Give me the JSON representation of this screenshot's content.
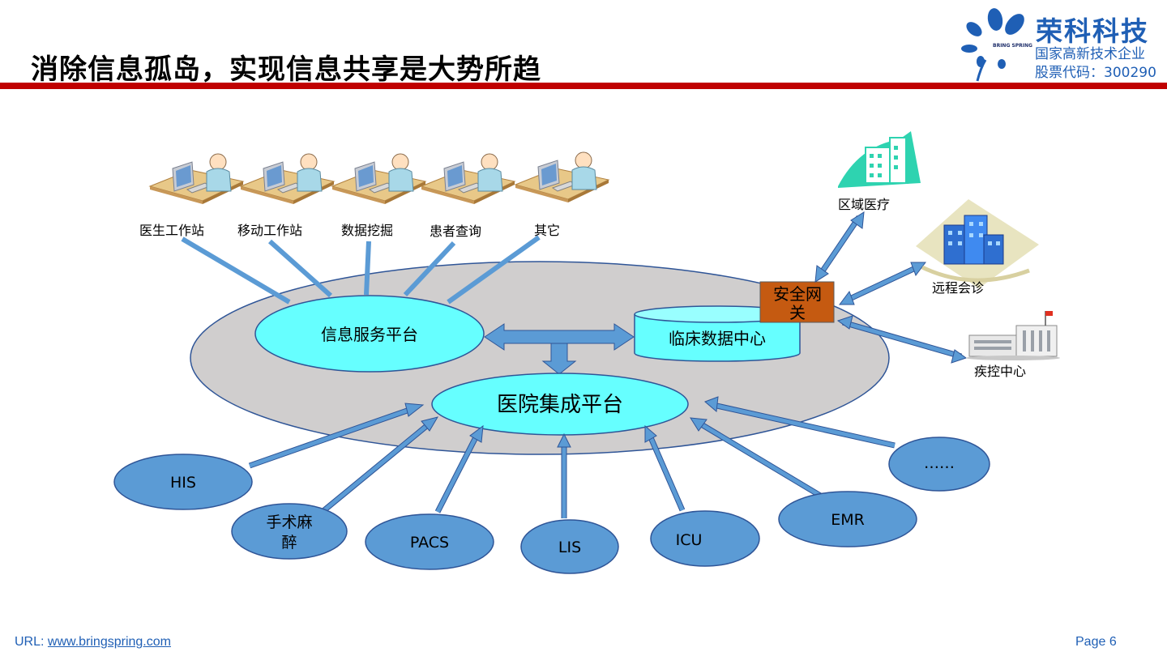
{
  "title": "消除信息孤岛，实现信息共享是大势所趋",
  "logo": {
    "name": "荣科科技",
    "subtitle": "国家高新技术企业",
    "stock_code": "股票代码：300290",
    "mini_text": "BRING SPRING"
  },
  "terminals": [
    "医生工作站",
    "移动工作站",
    "数据挖掘",
    "患者查询",
    "其它"
  ],
  "core": {
    "info_service": "信息服务平台",
    "clinical_data_center": "临床数据中心",
    "hospital_integration": "医院集成平台",
    "gateway": "安全网关"
  },
  "external": {
    "regional": "区域医疗",
    "remote": "远程会诊",
    "cdc": "疾控中心"
  },
  "systems": [
    "HIS",
    "手术麻醉",
    "PACS",
    "LIS",
    "ICU",
    "EMR",
    "……"
  ],
  "colors": {
    "accent_red": "#c00000",
    "brand_blue": "#1f5fb5",
    "platform_cyan": "#66ffff",
    "system_blue": "#5b9bd5",
    "gateway_orange": "#c55a11",
    "arrow_blue": "#5b9bd5",
    "base_gray": "#d0cece"
  },
  "footer": {
    "url_label": "URL:",
    "url": "www.bringspring.com",
    "page": "Page 6"
  }
}
